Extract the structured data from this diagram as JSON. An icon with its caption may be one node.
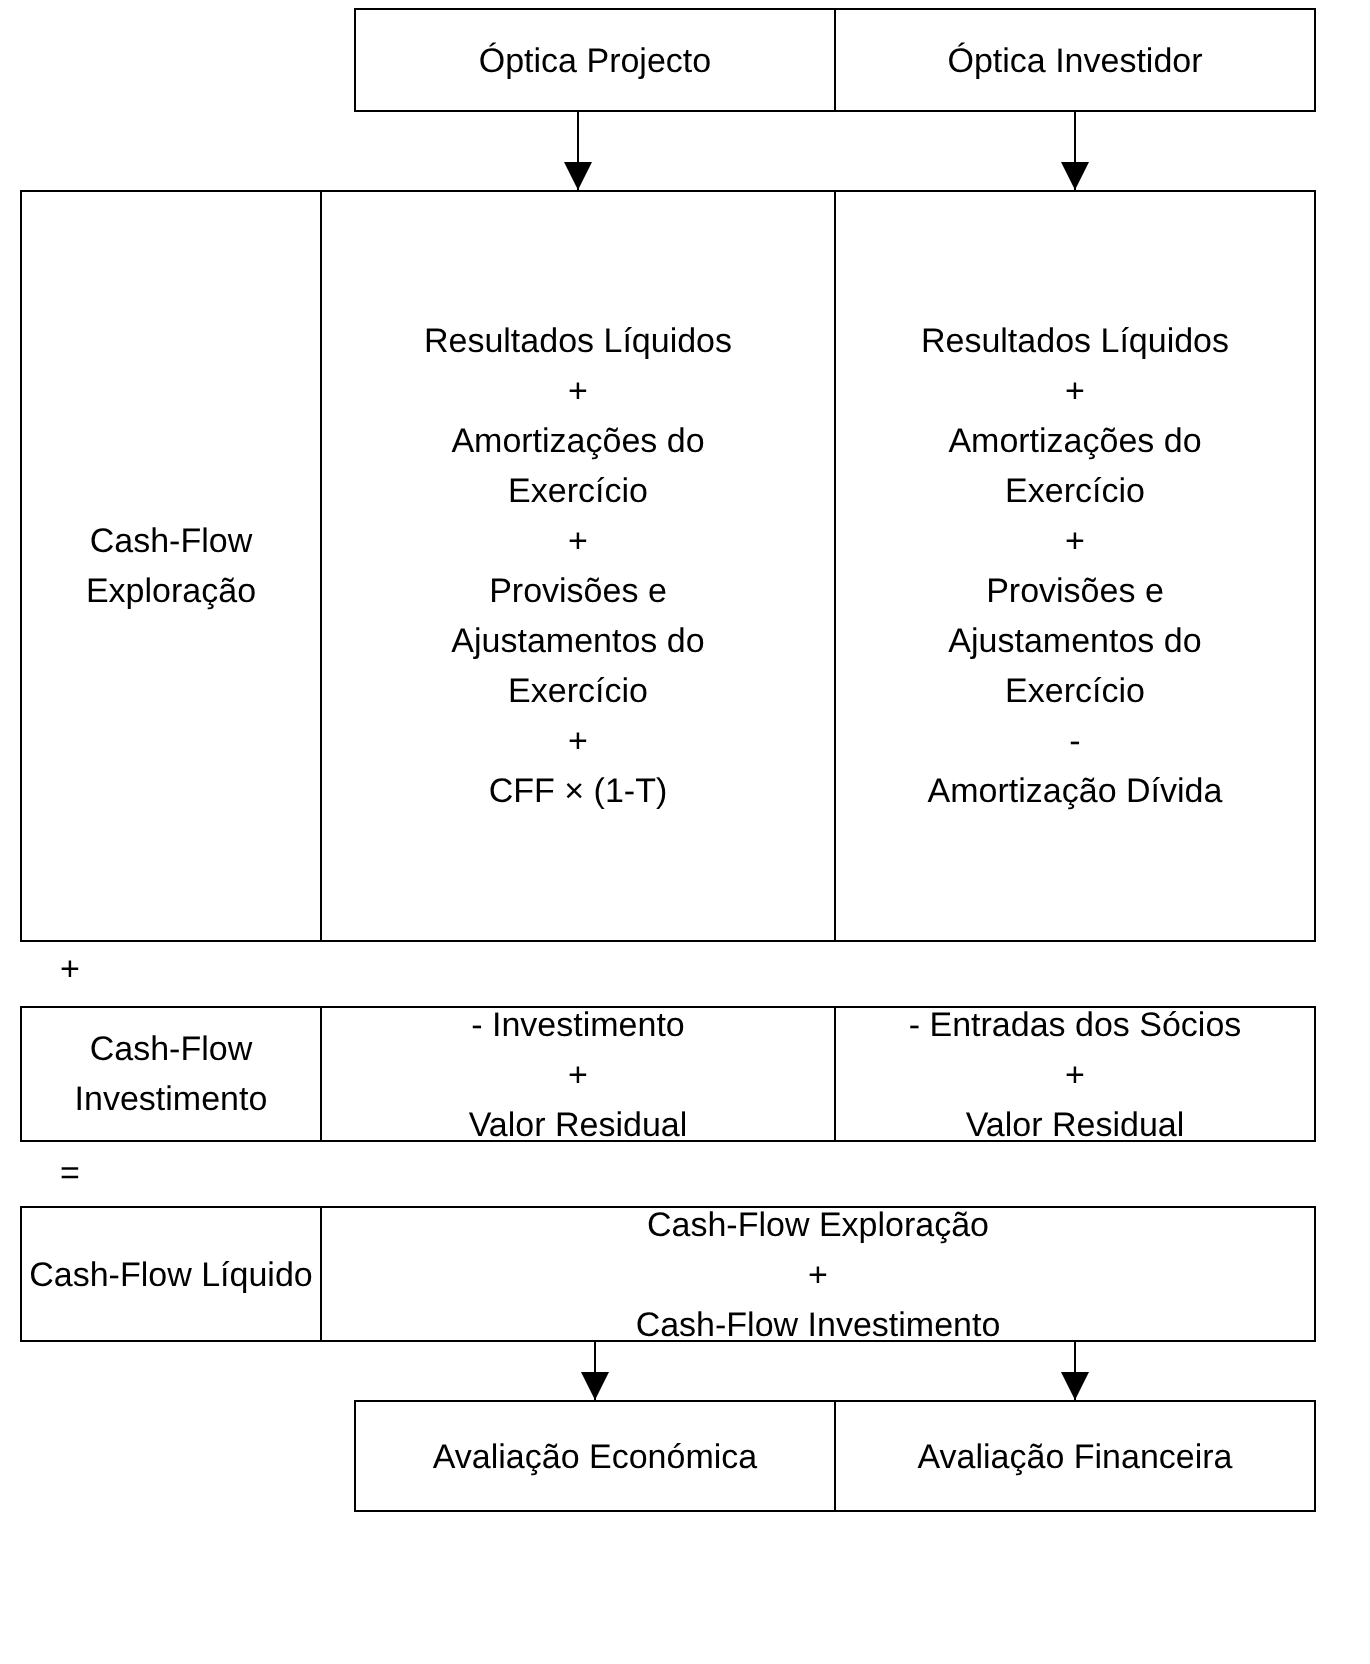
{
  "diagram": {
    "nodes": [
      {
        "text": [
          "Óptica Projecto"
        ]
      },
      {
        "text": [
          "Óptica Investidor"
        ]
      },
      {
        "text": [
          "Cash-Flow Exploração"
        ]
      },
      {
        "text": [
          "Resultados Líquidos",
          "+",
          "Amortizações do Exercício",
          "+",
          "Provisões e Ajustamentos do Exercício",
          "+",
          "CFF × (1-T)"
        ]
      },
      {
        "text": [
          "Resultados Líquidos",
          "+",
          "Amortizações do Exercício",
          "+",
          "Provisões e Ajustamentos do Exercício",
          "-",
          "Amortização Dívida"
        ]
      },
      {
        "text": [
          "Cash-Flow Investimento"
        ]
      },
      {
        "text": [
          "- Investimento",
          "+",
          "Valor Residual"
        ]
      },
      {
        "text": [
          "- Entradas dos Sócios",
          "+",
          "Valor Residual"
        ]
      },
      {
        "text": [
          "Cash-Flow Líquido"
        ]
      },
      {
        "text": [
          "Cash-Flow Exploração",
          "+",
          "Cash-Flow Investimento"
        ]
      },
      {
        "text": [
          "Avaliação Económica"
        ]
      },
      {
        "text": [
          "Avaliação Financeira"
        ]
      }
    ],
    "edges": [
      {
        "from": 0,
        "to": 3,
        "arrow": "to"
      },
      {
        "from": 1,
        "to": 4,
        "arrow": "to"
      },
      {
        "from": 9,
        "to": 10,
        "arrow": "to"
      },
      {
        "from": 9,
        "to": 11,
        "arrow": "to"
      }
    ],
    "labels": [
      "+",
      "="
    ]
  }
}
